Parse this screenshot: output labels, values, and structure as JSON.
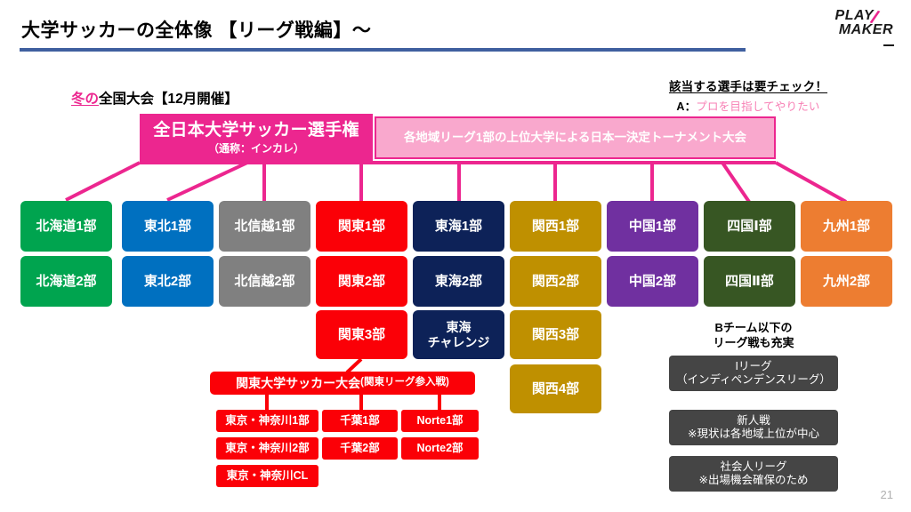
{
  "header": {
    "title": "大学サッカーの全体像 【リーグ戦編】〜",
    "logo_line1": "PLAY",
    "logo_line2": "MAKER",
    "rule_color": "#3f5f9f"
  },
  "captions": {
    "winter_highlight": "冬の",
    "winter_rest": "全国大会【12月開催】",
    "check_note_head": "該当する選手は要チェック！",
    "check_note_label": "A：",
    "check_note_text": "プロを目指してやりたい",
    "bteam_line1": "Bチーム以下の",
    "bteam_line2": "リーグ戦も充実"
  },
  "championship": {
    "title": "全日本大学サッカー選手権",
    "subtitle": "（通称：インカレ）",
    "description": "各地域リーグ1部の上位大学による日本一決定トーナメント大会",
    "color": "#ec268f",
    "description_bg": "#f9a8cd"
  },
  "regions": [
    {
      "name": "北海道",
      "color": "#00a44f",
      "tiers": [
        "北海道1部",
        "北海道2部"
      ]
    },
    {
      "name": "東北",
      "color": "#0070c0",
      "tiers": [
        "東北1部",
        "東北2部"
      ]
    },
    {
      "name": "北信越",
      "color": "#808080",
      "tiers": [
        "北信越1部",
        "北信越2部"
      ]
    },
    {
      "name": "関東",
      "color": "#fb0007",
      "tiers": [
        "関東1部",
        "関東2部",
        "関東3部"
      ]
    },
    {
      "name": "東海",
      "color": "#0d2258",
      "tiers": [
        "東海1部",
        "東海2部",
        "東海\nチャレンジ"
      ]
    },
    {
      "name": "関西",
      "color": "#bf9000",
      "tiers": [
        "関西1部",
        "関西2部",
        "関西3部",
        "関西4部"
      ]
    },
    {
      "name": "中国",
      "color": "#7030a0",
      "tiers": [
        "中国1部",
        "中国2部"
      ]
    },
    {
      "name": "四国",
      "color": "#375623",
      "tiers": [
        "四国Ⅰ部",
        "四国Ⅱ部"
      ]
    },
    {
      "name": "九州",
      "color": "#ed7d31",
      "tiers": [
        "九州1部",
        "九州2部"
      ]
    }
  ],
  "league_labels": {
    "hokkaido_1": "北海道1部",
    "hokkaido_2": "北海道2部",
    "tohoku_1": "東北1部",
    "tohoku_2": "東北2部",
    "hokushinetsu_1": "北信越1部",
    "hokushinetsu_2": "北信越2部",
    "kanto_1": "関東1部",
    "kanto_2": "関東2部",
    "kanto_3": "関東3部",
    "tokai_1": "東海1部",
    "tokai_2": "東海2部",
    "tokai_challenge_l1": "東海",
    "tokai_challenge_l2": "チャレンジ",
    "kansai_1": "関西1部",
    "kansai_2": "関西2部",
    "kansai_3": "関西3部",
    "kansai_4": "関西4部",
    "chugoku_1": "中国1部",
    "chugoku_2": "中国2部",
    "shikoku_1": "四国Ⅰ部",
    "shikoku_2": "四国Ⅱ部",
    "kyushu_1": "九州1部",
    "kyushu_2": "九州2部"
  },
  "kanto_tournament": {
    "title": "関東大学サッカー大会",
    "subtitle": "(関東リーグ参入戦)",
    "groups": [
      {
        "label": "東京・神奈川1部"
      },
      {
        "label": "千葉1部"
      },
      {
        "label": "Norte1部"
      },
      {
        "label": "東京・神奈川2部"
      },
      {
        "label": "千葉2部"
      },
      {
        "label": "Norte2部"
      },
      {
        "label": "東京・神奈川CL"
      }
    ]
  },
  "other_leagues": [
    {
      "line1": "Iリーグ",
      "line2": "（インディペンデンスリーグ）"
    },
    {
      "line1": "新人戦",
      "line2": "※現状は各地域上位が中心"
    },
    {
      "line1": "社会人リーグ",
      "line2": "※出場機会確保のため"
    }
  ],
  "footer": {
    "page_number": "21"
  }
}
